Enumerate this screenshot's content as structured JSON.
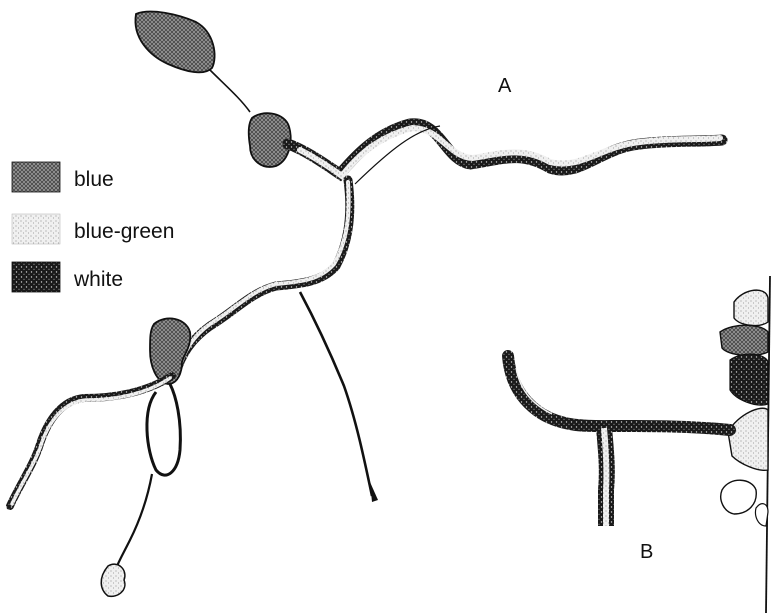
{
  "panels": {
    "a": "A",
    "b": "B"
  },
  "legend": [
    {
      "key": "blue",
      "label": "blue",
      "pattern": "crosshatch-gray"
    },
    {
      "key": "blue-green",
      "label": "blue-green",
      "pattern": "fine-dots"
    },
    {
      "key": "white",
      "label": "white",
      "pattern": "dense-black-speckle"
    }
  ],
  "colors": {
    "ink": "#111111",
    "paper": "#ffffff",
    "blue_fill": "#8c8c8c",
    "blue_green_fill": "#e6e6e6"
  }
}
